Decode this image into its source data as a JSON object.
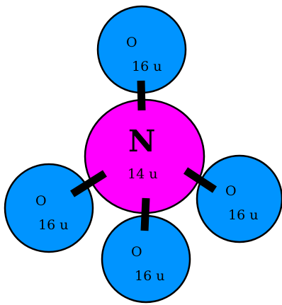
{
  "colors": {
    "center_fill": "#ff00ff",
    "outer_fill": "#0094ff",
    "outline": "#000000",
    "bond": "#000000"
  },
  "center_atom": {
    "symbol": "N",
    "mass": "14 u"
  },
  "outer_atoms": [
    {
      "symbol": "O",
      "mass": "16 u"
    },
    {
      "symbol": "O",
      "mass": "16 u"
    },
    {
      "symbol": "O",
      "mass": "16 u"
    },
    {
      "symbol": "O",
      "mass": "16 u"
    }
  ]
}
